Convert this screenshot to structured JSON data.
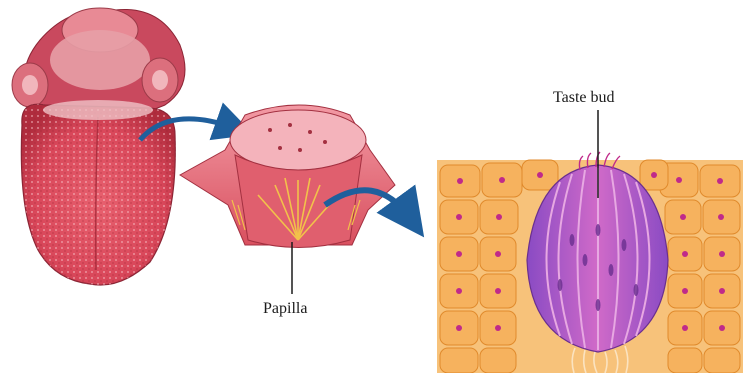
{
  "labels": {
    "papilla": "Papilla",
    "taste_bud": "Taste bud"
  },
  "colors": {
    "tongue": "#d9475a",
    "tongue_dark": "#b02c3d",
    "papilla_pink": "#e8707e",
    "papilla_nerve": "#f2c24a",
    "epithelium_fill": "#f6b25e",
    "epithelium_edge": "#e08a2c",
    "nucleus": "#c02a8a",
    "taste_bud_purple": "#a24bc2",
    "taste_bud_light": "#c88ad8",
    "arrow_blue": "#1f5f9c"
  },
  "icons": {
    "tongue": "tongue-illustration",
    "papilla": "papilla-cross-section-illustration",
    "taste_bud": "taste-bud-illustration"
  }
}
